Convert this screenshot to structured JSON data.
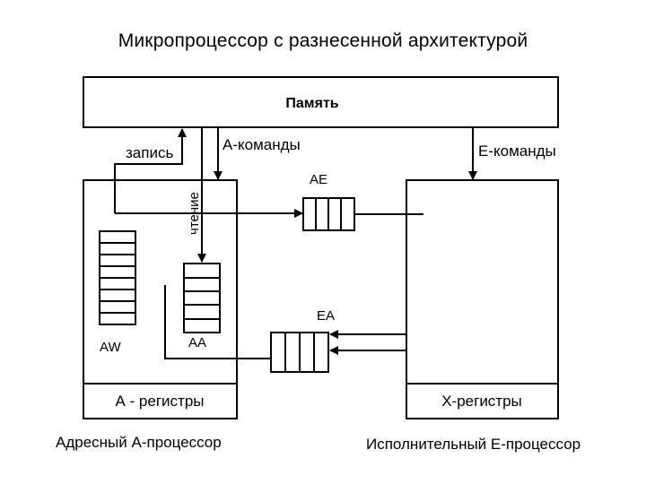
{
  "title": "Микропроцессор с разнесенной архитектурой",
  "memory_label": "Память",
  "label_write": "запись",
  "label_read": "чтение",
  "label_a_commands": "А-команды",
  "label_e_commands": "Е-команды",
  "queue_ae": "AE",
  "queue_ea": "EA",
  "stack_aw": "AW",
  "stack_aa": "AA",
  "a_registers": "А - регистры",
  "x_registers": "Х-регистры",
  "a_processor_caption": "Адресный А-процессор",
  "e_processor_caption": "Исполнительный Е-процессор",
  "colors": {
    "stroke": "#000000",
    "background": "#ffffff"
  }
}
